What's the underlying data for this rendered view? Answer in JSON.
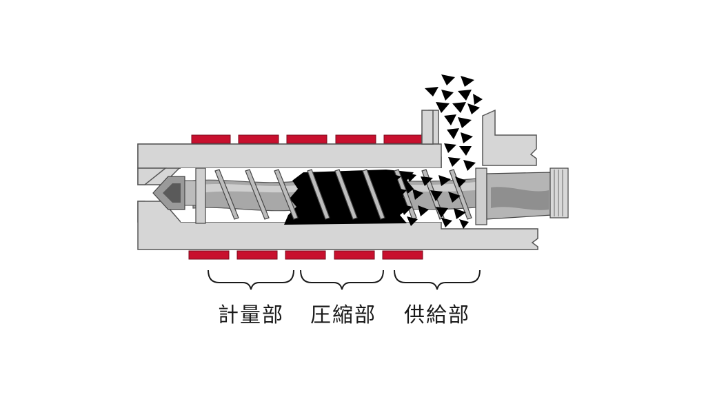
{
  "zones": [
    {
      "label": "計量部"
    },
    {
      "label": "圧縮部"
    },
    {
      "label": "供給部"
    }
  ],
  "colors": {
    "heater": "#c8102e",
    "barrel": "#d6d6d6",
    "barrel_outline": "#555555",
    "screw_light": "#c9c9c9",
    "screw_mid": "#8a8a8a",
    "melt": "#000000",
    "pellet": "#000000",
    "background": "#ffffff"
  },
  "icons": {
    "pellet": "pellet-icon"
  }
}
